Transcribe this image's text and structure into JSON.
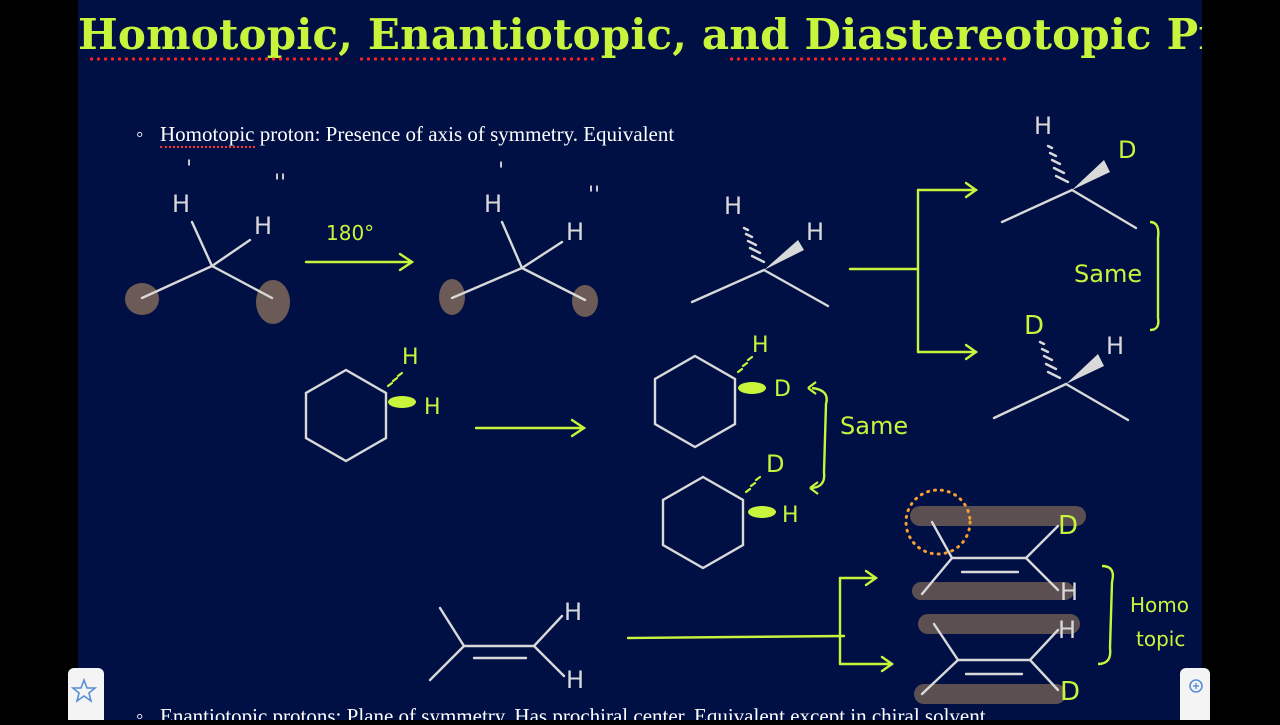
{
  "slide": {
    "title": "Homotopic, Enantiotopic, and Diastereotopic Protons",
    "bullets": {
      "homotopic": {
        "marker": "◦",
        "term": "Homotopic",
        "rest": " proton: Presence of axis of symmetry. Equivalent"
      },
      "enantiotopic": {
        "marker": "◦",
        "text": "Enantiotopic protons: Plane of symmetry. Has prochiral center. Equivalent except in chiral solvent"
      }
    }
  },
  "annotations": {
    "rotation": "180°",
    "same_top": "Same",
    "same_mid": "Same",
    "homo_line1": "Homo",
    "homo_line2": "topic",
    "atoms": {
      "H": "H",
      "D": "D",
      "prime": "'",
      "double_prime": "''"
    }
  },
  "colors": {
    "background": "#001044",
    "title": "#c8f53c",
    "ink_green": "#c8f53c",
    "bond": "#d9d9d9",
    "highlight": "#6b5a55",
    "circle": "#f5a030"
  },
  "icons": {
    "left": "star-icon",
    "right": "zoom-icon"
  }
}
